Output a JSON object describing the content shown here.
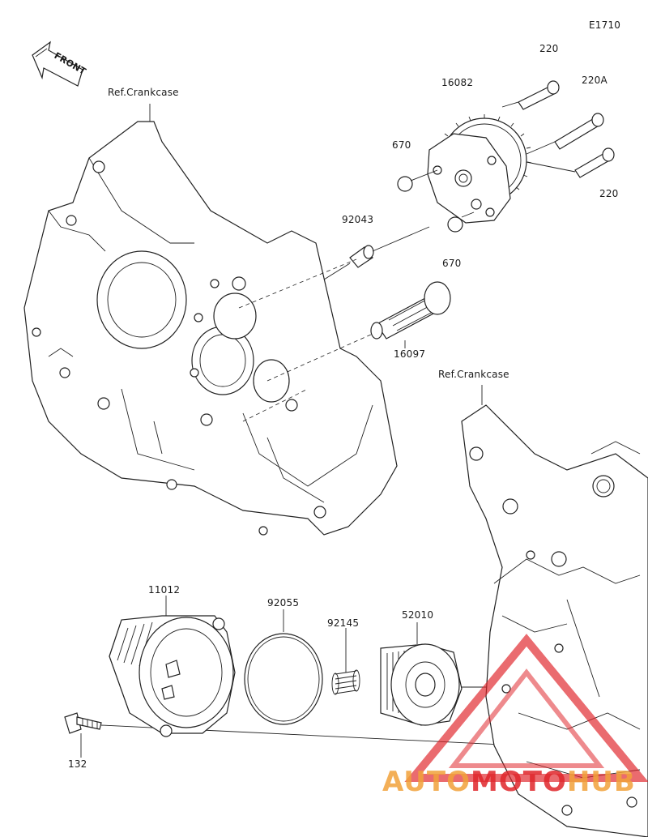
{
  "diagram": {
    "code": "E1710",
    "front_label": "FRONT",
    "parts": {
      "p220_top": "220",
      "p220A": "220A",
      "p220_bottom": "220",
      "p16082": "16082",
      "p670_top": "670",
      "p670_bottom": "670",
      "p92043": "92043",
      "p16097": "16097",
      "p11012": "11012",
      "p92055": "92055",
      "p92145": "92145",
      "p52010": "52010",
      "p132": "132"
    },
    "ref_crankcase_upper": "Ref.Crankcase",
    "ref_crankcase_lower": "Ref.Crankcase"
  },
  "watermark": {
    "text_auto": "AUTO",
    "text_moto": "MOTO",
    "text_hub": "HUB",
    "color_red": "#e0262b",
    "color_orange": "#f2a23a"
  }
}
